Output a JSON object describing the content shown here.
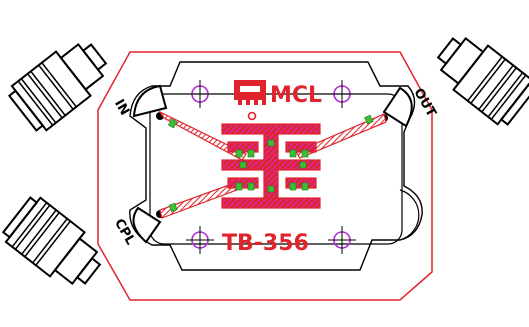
{
  "board": {
    "manufacturer": "MCL",
    "model": "TB-356",
    "ports": {
      "in": "IN",
      "out": "OUT",
      "cpl": "CPL"
    }
  },
  "colors": {
    "outline": "#e0242c",
    "hatch": "#e0242c",
    "pad_green": "#3cbf35",
    "pad_magenta": "#d12ad6",
    "hole_magenta": "#b02fd0",
    "connector": "#000000"
  }
}
